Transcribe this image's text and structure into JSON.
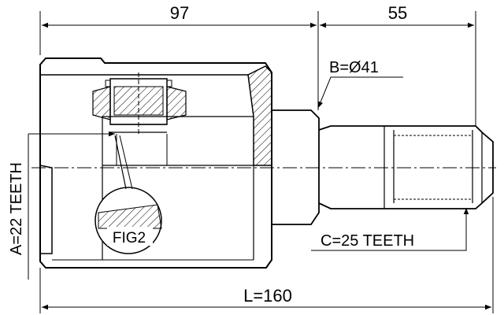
{
  "drawing": {
    "dim_top_left": "97",
    "dim_top_right": "55",
    "label_b": "B=Ø41",
    "label_a": "A=22 TEETH",
    "label_c": "C=25 TEETH",
    "label_fig": "FIG2",
    "dim_bottom": "L=160"
  },
  "colors": {
    "line": "#000000",
    "background": "#ffffff"
  }
}
